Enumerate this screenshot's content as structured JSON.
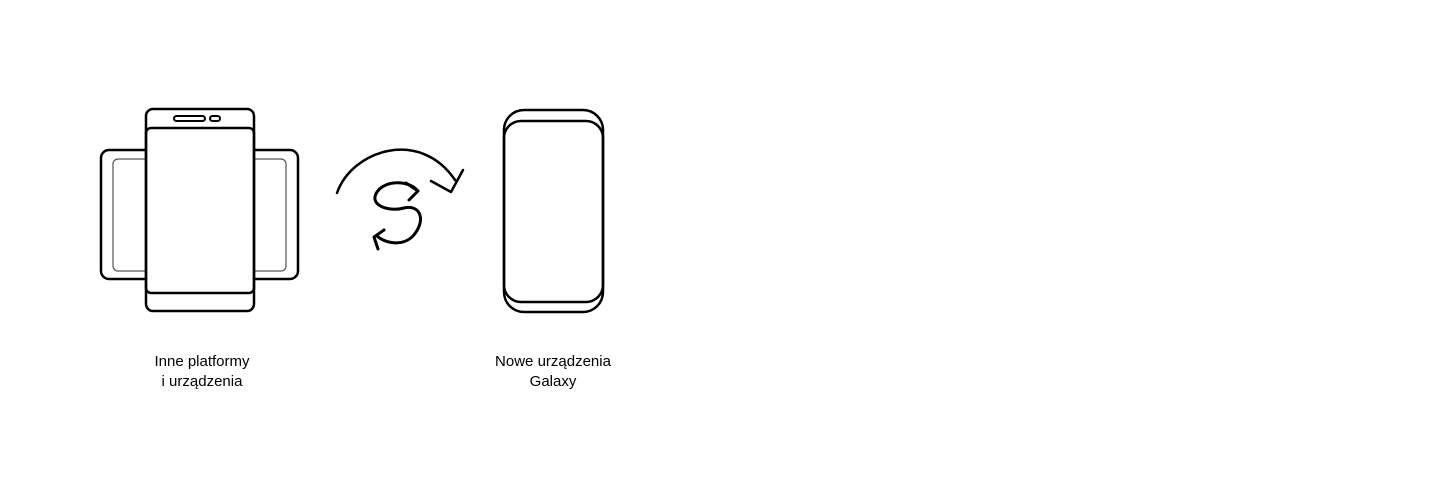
{
  "source_device": {
    "label_line1": "Inne platformy",
    "label_line2": "i urządzenia"
  },
  "target_device": {
    "label_line1": "Nowe urządzenia",
    "label_line2": "Galaxy"
  },
  "icons": {
    "source": "phone-and-tablet-icon",
    "transfer": "transfer-arrows-icon",
    "target": "galaxy-phone-icon"
  },
  "colors": {
    "stroke": "#000000",
    "inner_stroke": "#555555",
    "background": "#ffffff"
  }
}
